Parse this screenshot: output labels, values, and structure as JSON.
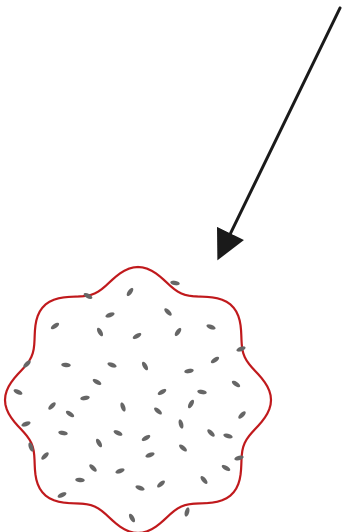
{
  "colors": {
    "background": "#ffffff",
    "arrow": "#1a1a1a",
    "outline": "#c0191c",
    "specks": "#666666"
  },
  "diagram": {
    "elements": [
      {
        "kind": "arrow",
        "direction": "down-left"
      },
      {
        "kind": "wavy-closed-outline",
        "lobes": 8
      },
      {
        "kind": "specks",
        "count": 52
      }
    ]
  }
}
